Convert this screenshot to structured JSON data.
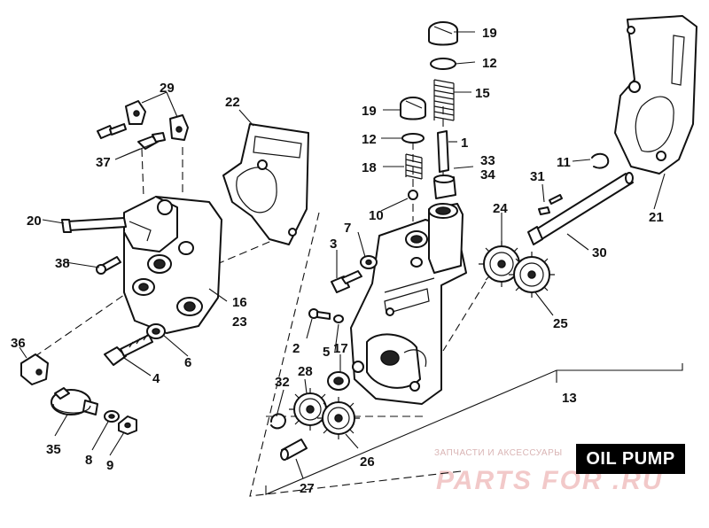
{
  "diagram": {
    "title": "OIL PUMP",
    "watermark_small": "ЗАПЧАСТИ И АКСЕССУАРЫ",
    "watermark_big": "PARTS FOR .RU",
    "callouts": [
      {
        "id": "c1",
        "label": "1"
      },
      {
        "id": "c2",
        "label": "2"
      },
      {
        "id": "c3",
        "label": "3"
      },
      {
        "id": "c4",
        "label": "4"
      },
      {
        "id": "c5",
        "label": "5"
      },
      {
        "id": "c6",
        "label": "6"
      },
      {
        "id": "c7",
        "label": "7"
      },
      {
        "id": "c8",
        "label": "8"
      },
      {
        "id": "c9",
        "label": "9"
      },
      {
        "id": "c10",
        "label": "10"
      },
      {
        "id": "c11",
        "label": "11"
      },
      {
        "id": "c12a",
        "label": "12"
      },
      {
        "id": "c12b",
        "label": "12"
      },
      {
        "id": "c13",
        "label": "13"
      },
      {
        "id": "c15",
        "label": "15"
      },
      {
        "id": "c16",
        "label": "16"
      },
      {
        "id": "c17",
        "label": "17"
      },
      {
        "id": "c18",
        "label": "18"
      },
      {
        "id": "c19a",
        "label": "19"
      },
      {
        "id": "c19b",
        "label": "19"
      },
      {
        "id": "c20",
        "label": "20"
      },
      {
        "id": "c21",
        "label": "21"
      },
      {
        "id": "c22",
        "label": "22"
      },
      {
        "id": "c23",
        "label": "23"
      },
      {
        "id": "c24",
        "label": "24"
      },
      {
        "id": "c25",
        "label": "25"
      },
      {
        "id": "c26",
        "label": "26"
      },
      {
        "id": "c27",
        "label": "27"
      },
      {
        "id": "c28",
        "label": "28"
      },
      {
        "id": "c29",
        "label": "29"
      },
      {
        "id": "c30",
        "label": "30"
      },
      {
        "id": "c31",
        "label": "31"
      },
      {
        "id": "c32",
        "label": "32"
      },
      {
        "id": "c33",
        "label": "33"
      },
      {
        "id": "c34",
        "label": "34"
      },
      {
        "id": "c35",
        "label": "35"
      },
      {
        "id": "c36",
        "label": "36"
      },
      {
        "id": "c37",
        "label": "37"
      },
      {
        "id": "c38",
        "label": "38"
      }
    ]
  }
}
